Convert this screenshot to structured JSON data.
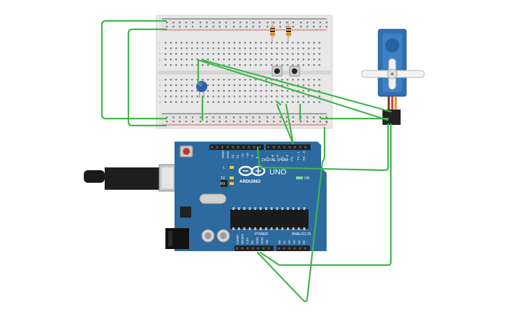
{
  "board": {
    "brand": "ARDUINO",
    "model": "UNO",
    "digital_label": "DIGITAL (PWM ~)",
    "power_label": "POWER",
    "analog_label": "ANALOG IN",
    "on_label": "ON",
    "tx_label": "TX",
    "rx_label": "RX",
    "l_label": "L",
    "top_pins": [
      "AREF",
      "GND",
      "13",
      "12",
      "~11",
      "~10",
      "~9",
      "8",
      "7",
      "~6",
      "~5",
      "4",
      "~3",
      "2",
      "TX→1",
      "RX←0"
    ],
    "power_pins": [
      "IOREF",
      "RESET",
      "3.3V",
      "5V",
      "GND",
      "GND",
      "Vin"
    ],
    "analog_pins": [
      "A0",
      "A1",
      "A2",
      "A3",
      "A4",
      "A5"
    ]
  },
  "breadboard": {
    "row_letters_top": [
      "j",
      "i",
      "h",
      "g",
      "f"
    ],
    "row_letters_bottom": [
      "e",
      "d",
      "c",
      "b",
      "a"
    ],
    "plus_label": "+",
    "minus_label": "-"
  },
  "colors": {
    "wire": "#3fb54a",
    "board": "#2d6a9f",
    "servo": "#2f6fb4",
    "capacitor": "#2e5fa8"
  }
}
